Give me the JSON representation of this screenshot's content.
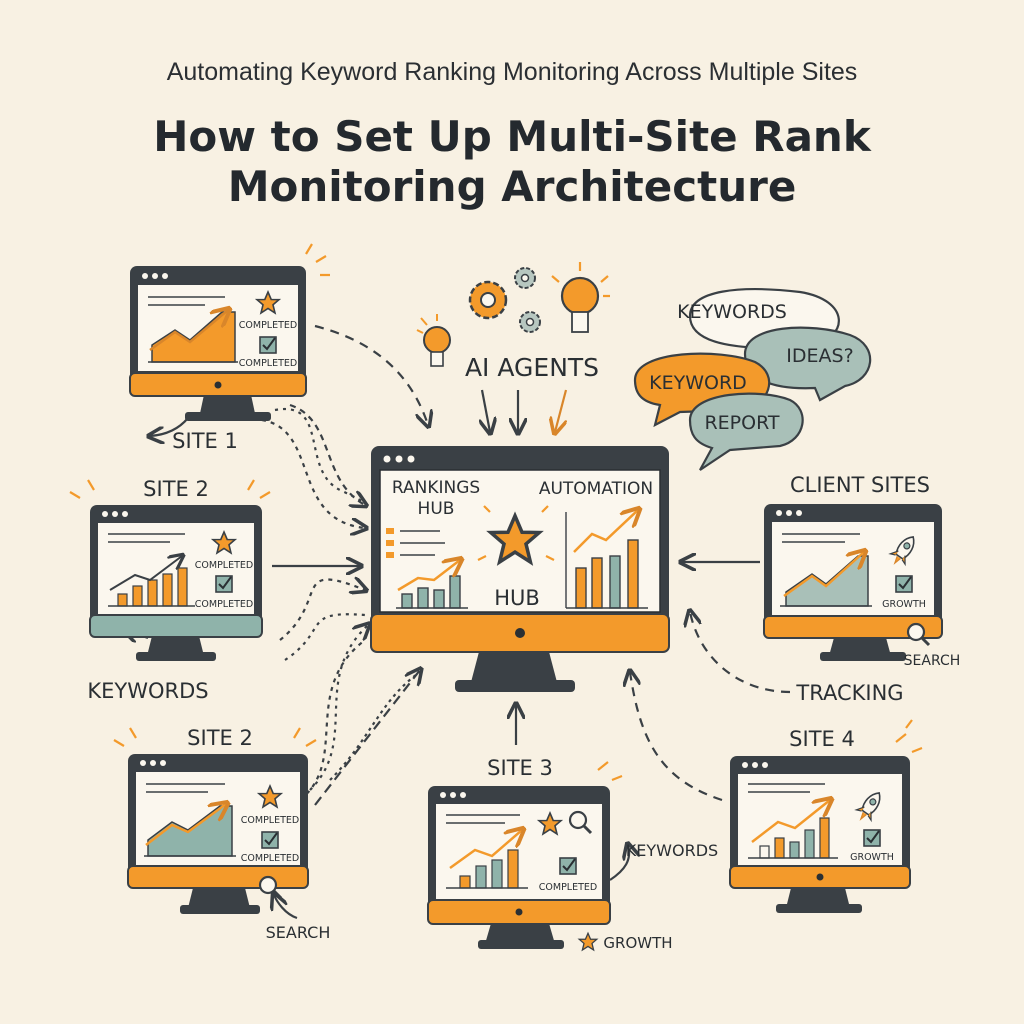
{
  "header": {
    "subtitle": "Automating Keyword Ranking Monitoring Across Multiple Sites",
    "title_line1": "How to Set Up Multi-Site Rank",
    "title_line2": "Monitoring Architecture"
  },
  "hub": {
    "rankings_label_1": "RANKINGS",
    "rankings_label_2": "HUB",
    "automation_label": "AUTOMATION",
    "hub_label": "HUB"
  },
  "ai_agents": {
    "label": "AI AGENTS"
  },
  "bubbles": {
    "keywords": "KEYWORDS",
    "ideas": "IDEAS?",
    "keyword": "KEYWORD",
    "report": "REPORT"
  },
  "sites": {
    "site1": {
      "label": "SITE 1",
      "status1": "COMPLETED",
      "status2": "COMPLETED"
    },
    "site2a": {
      "label": "SITE 2",
      "status1": "COMPLETED",
      "status2": "COMPLETED",
      "caption": "KEYWORDS"
    },
    "site2b": {
      "label": "SITE 2",
      "status1": "COMPLETED",
      "status2": "COMPLETED",
      "caption": "SEARCH"
    },
    "site3": {
      "label": "SITE 3",
      "status1": "COMPLETED",
      "caption_right": "KEYWORDS",
      "caption_bottom": "GROWTH"
    },
    "site4": {
      "label": "SITE 4",
      "status1": "GROWTH"
    },
    "client": {
      "label": "CLIENT SITES",
      "status1": "GROWTH",
      "caption": "SEARCH"
    }
  },
  "tracking": {
    "label": "TRACKING"
  },
  "colors": {
    "orange": "#f39a2b",
    "teal": "#8fb3aa",
    "dark": "#3a4045",
    "screen": "#fbf7ee",
    "bg": "#f8f1e3"
  }
}
